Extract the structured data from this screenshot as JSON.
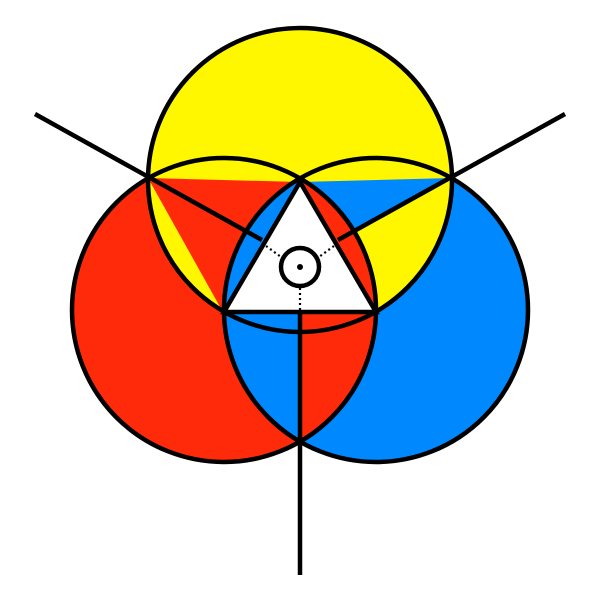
{
  "colors": {
    "background": "#ffffff",
    "yellow": "#fff700",
    "red": "#ff2a0a",
    "blue": "#0088ff",
    "outline": "#000000",
    "triangle_fill": "#ffffff"
  },
  "regions": [
    {
      "name": "yellow-circle-region",
      "fill": "yellow"
    },
    {
      "name": "red-circle-region",
      "fill": "red"
    },
    {
      "name": "blue-circle-region",
      "fill": "blue"
    },
    {
      "name": "yellow-red-overlap-region",
      "fill": "yellow"
    },
    {
      "name": "yellow-blue-overlap-region",
      "fill": "yellow"
    },
    {
      "name": "red-blue-overlap-region-left",
      "fill": "blue"
    },
    {
      "name": "red-blue-overlap-region-right",
      "fill": "red"
    },
    {
      "name": "center-triangle",
      "fill": "triangle_fill"
    }
  ]
}
